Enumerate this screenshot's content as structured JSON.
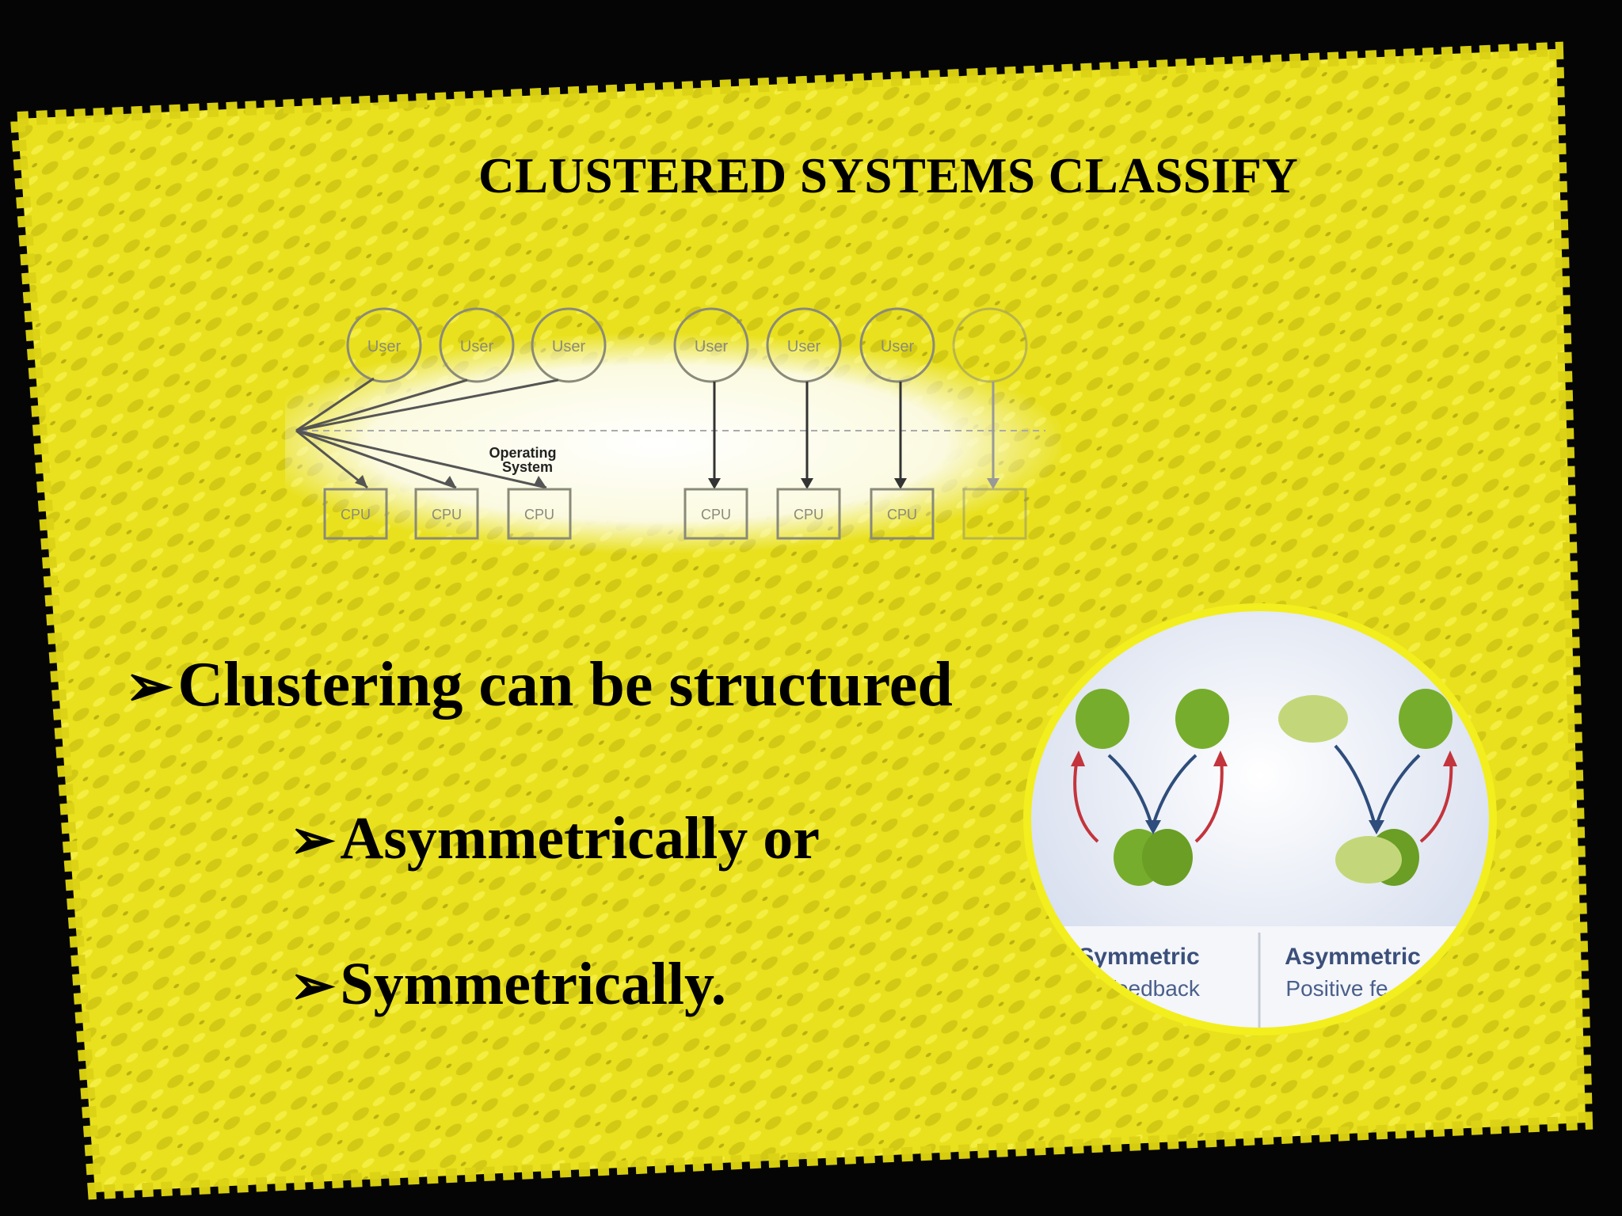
{
  "slide": {
    "title": "CLUSTERED SYSTEMS CLASSIFY",
    "bullets": [
      {
        "arrow": "➢",
        "text": "Clustering can be structured"
      },
      {
        "arrow": "➢",
        "text": "Asymmetrically or"
      },
      {
        "arrow": "➢",
        "text": "Symmetrically."
      }
    ]
  },
  "os_diagram": {
    "user_label": "User",
    "cpu_label": "CPU",
    "os_label_line1": "Operating",
    "os_label_line2": "System"
  },
  "feedback_figure": {
    "left_title": "Symmetric",
    "left_subtitle": "feedback",
    "right_title": "Asymmetric",
    "right_subtitle": "Positive fe"
  },
  "colors": {
    "slide_yellow": "#ebe51a",
    "background": "#050505",
    "green": "#77ad2c",
    "light_green": "#c3d77a",
    "arrow_blue": "#2e4d7c",
    "arrow_red": "#c3343c"
  }
}
